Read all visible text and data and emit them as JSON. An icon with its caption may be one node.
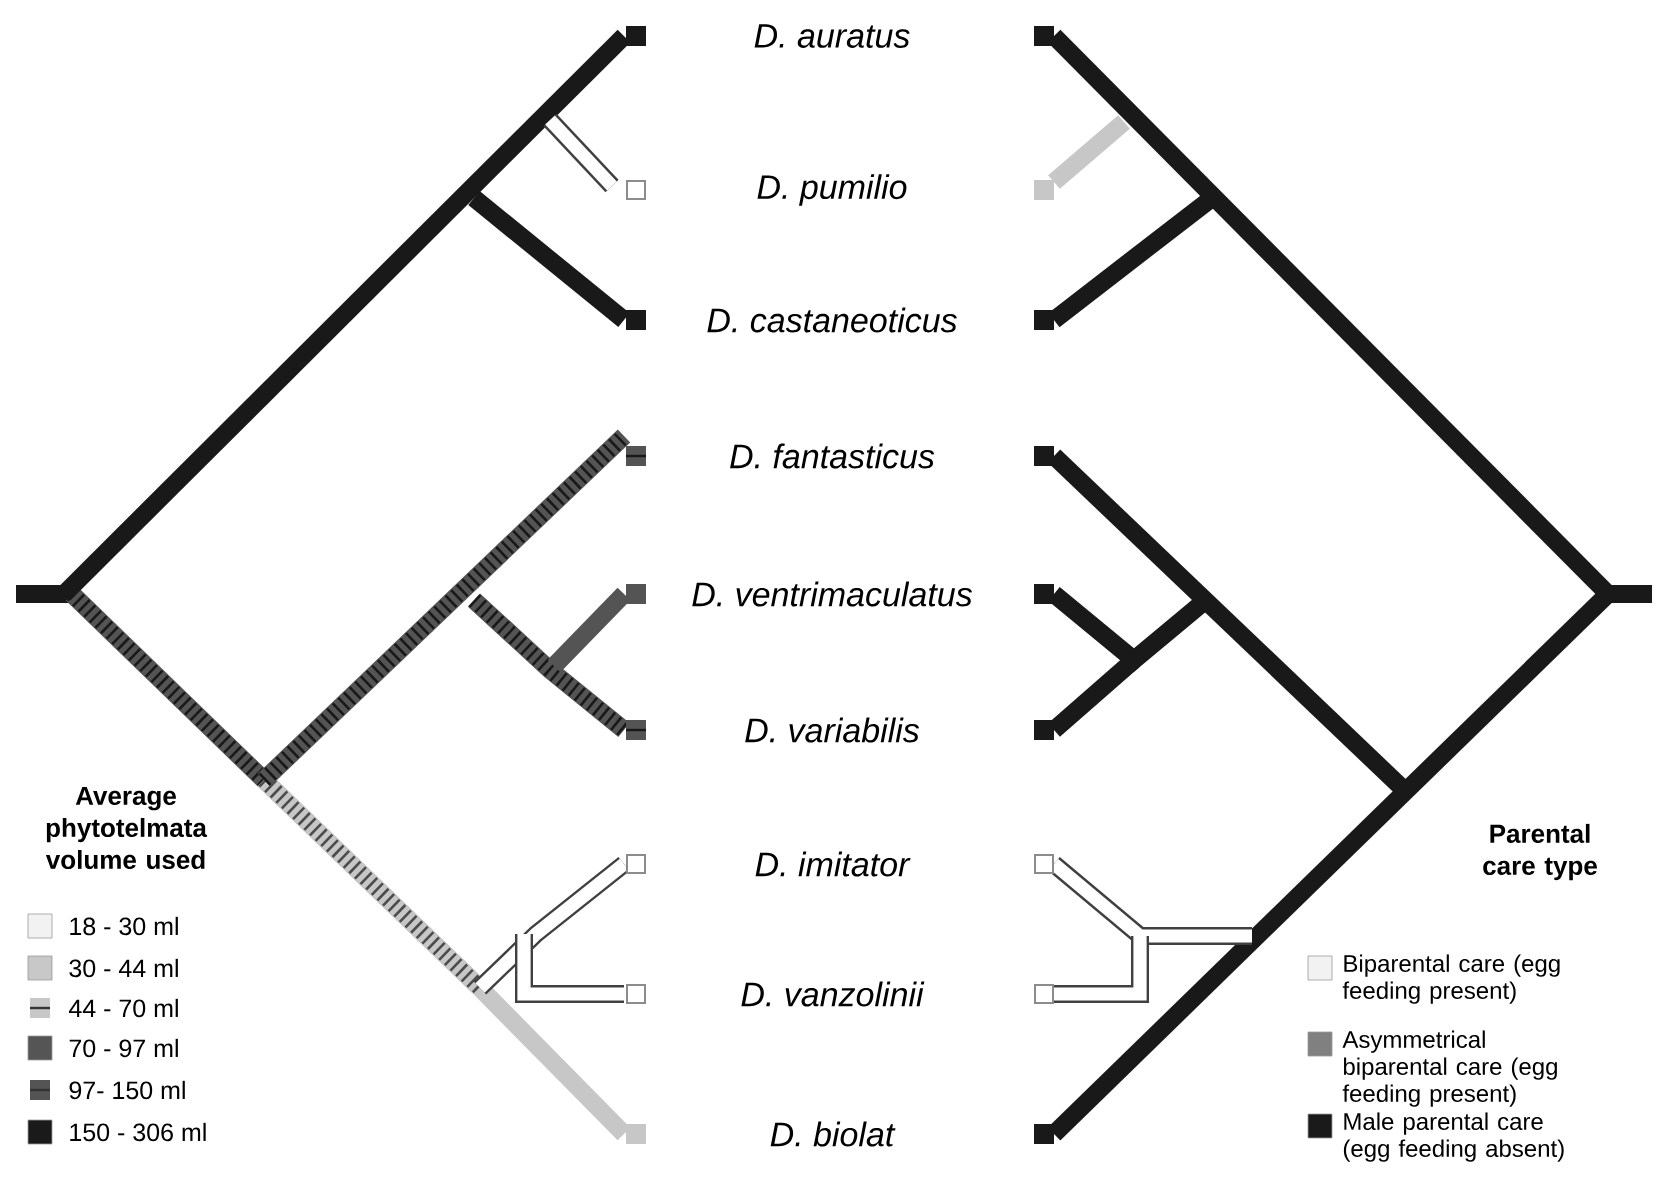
{
  "diagram": {
    "labels": [
      "D. auratus",
      "D. pumilio",
      "D. castaneoticus",
      "D. fantasticus",
      "D. ventrimaculatus",
      "D. variabilis",
      "D. imitator",
      "D. vanzolinii",
      "D. biolat",
      "Average phytotelmata volume used",
      "Parental care type"
    ],
    "legend": [
      {
        "text": "18 - 30 ml",
        "color": "#f2f2f2"
      },
      {
        "text": "30 - 44 ml",
        "color": "#c8c8c8"
      },
      {
        "text": "44 - 70 ml"
      },
      {
        "text": "70 - 97 ml",
        "color": "#555555"
      },
      {
        "text": "97- 150 ml"
      },
      {
        "text": "150 - 306 ml",
        "color": "#1a1a1a"
      },
      {
        "text": "Biparental care (egg feeding present)",
        "color": "#f2f2f2"
      },
      {
        "text": "Asymmetrical biparental care (egg feeding present)",
        "color": "#808080"
      },
      {
        "text": "Male parental care (egg feeding absent)",
        "color": "#1a1a1a"
      }
    ]
  }
}
